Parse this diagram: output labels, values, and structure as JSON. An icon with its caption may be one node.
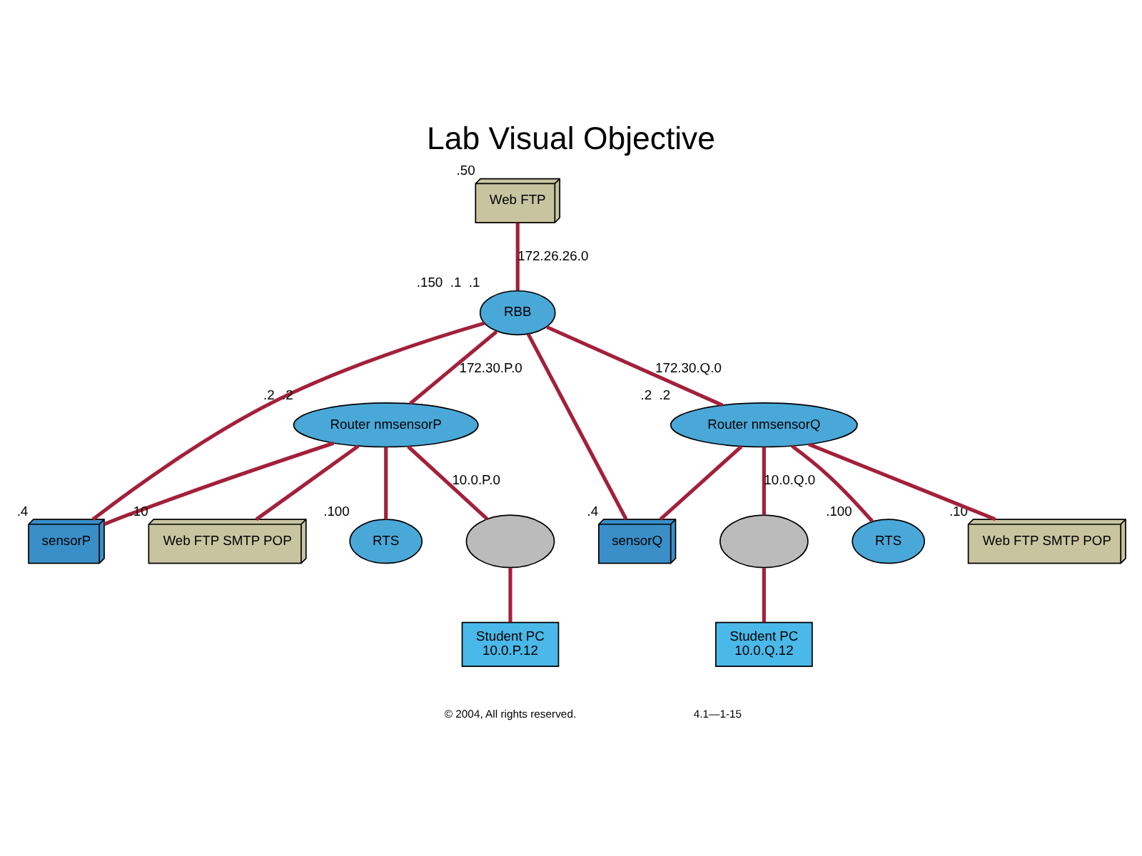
{
  "diagram": {
    "title": "Lab Visual Objective",
    "nodes": [
      {
        "text": [
          "Web FTP"
        ],
        "beside": [
          ".50"
        ]
      },
      {
        "text": [
          "RBB"
        ],
        "beside": [
          ".150",
          ".1",
          ".1"
        ]
      },
      {
        "text": [
          "sensorP"
        ],
        "beside": [
          ".4"
        ]
      },
      {
        "text": [
          "Router nmsensorP"
        ],
        "beside": [
          ".2",
          ".2"
        ]
      },
      {
        "text": [
          "Router nmsensorQ"
        ],
        "beside": [
          ".2",
          ".2"
        ]
      },
      {
        "text": [
          "sensorQ"
        ],
        "beside": [
          ".4"
        ]
      },
      {
        "text": [
          "Web FTP SMTP POP"
        ],
        "beside": [
          ".10"
        ]
      },
      {
        "text": [
          "RTS"
        ],
        "beside": [
          ".100"
        ]
      },
      {
        "text": [],
        "shape": "cloud"
      },
      {
        "text": [
          "Student PC",
          "10.0.P.12"
        ]
      },
      {
        "text": [],
        "shape": "cloud"
      },
      {
        "text": [
          "Student PC",
          "10.0.Q.12"
        ]
      },
      {
        "text": [
          "RTS"
        ],
        "beside": [
          ".100"
        ]
      },
      {
        "text": [
          "Web FTP SMTP POP"
        ],
        "beside": [
          ".10"
        ]
      }
    ],
    "edges": [
      {
        "from": 0,
        "to": 1,
        "arrow": "none",
        "label": "172.26.26.0"
      },
      {
        "from": 1,
        "to": 2,
        "arrow": "none"
      },
      {
        "from": 1,
        "to": 3,
        "arrow": "none",
        "label": "172.30.P.0"
      },
      {
        "from": 1,
        "to": 4,
        "arrow": "none",
        "label": "172.30.Q.0"
      },
      {
        "from": 1,
        "to": 5,
        "arrow": "none"
      },
      {
        "from": 3,
        "to": 2,
        "arrow": "none"
      },
      {
        "from": 3,
        "to": 6,
        "arrow": "none"
      },
      {
        "from": 3,
        "to": 7,
        "arrow": "none"
      },
      {
        "from": 3,
        "to": 8,
        "arrow": "none",
        "label": "10.0.P.0"
      },
      {
        "from": 8,
        "to": 9,
        "arrow": "none"
      },
      {
        "from": 4,
        "to": 5,
        "arrow": "none"
      },
      {
        "from": 4,
        "to": 10,
        "arrow": "none",
        "label": "10.0.Q.0"
      },
      {
        "from": 4,
        "to": 12,
        "arrow": "none"
      },
      {
        "from": 4,
        "to": 13,
        "arrow": "none"
      },
      {
        "from": 10,
        "to": 11,
        "arrow": "none"
      }
    ],
    "labels": [
      "© 2004, All rights reserved.",
      "4.1—1-15"
    ]
  }
}
